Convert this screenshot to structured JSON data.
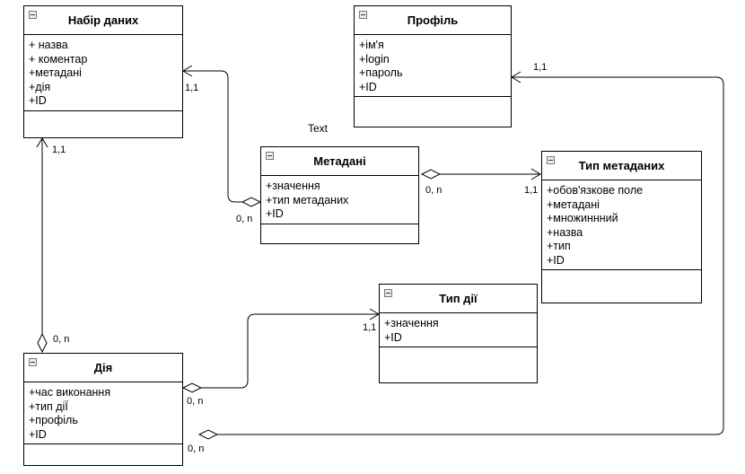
{
  "classes": {
    "dataset": {
      "title": "Набір даних",
      "attrs": [
        "+ назва",
        "+ коментар",
        "+метадані",
        "+дія",
        "+ID"
      ]
    },
    "profile": {
      "title": "Профіль",
      "attrs": [
        "+ім'я",
        "+login",
        "+пароль",
        "+ID"
      ]
    },
    "metadata": {
      "title": "Метадані",
      "attrs": [
        "+значення",
        "+тип метаданих",
        "+ID"
      ]
    },
    "metatype": {
      "title": "Тип метаданих",
      "attrs": [
        "+обов'язкове поле",
        "+метадані",
        "+множиннний",
        "+назва",
        "+тип",
        "+ID"
      ]
    },
    "actiontype": {
      "title": "Тип дії",
      "attrs": [
        "+значення",
        "+ID"
      ]
    },
    "action": {
      "title": "Дія",
      "attrs": [
        "+час виконання",
        "+тип дiЇ",
        "+профіль",
        "+ID"
      ]
    }
  },
  "free_text": "Text",
  "multiplicities": {
    "dataset_meta_one": "1,1",
    "meta_dataset_many": "0, n",
    "meta_type_many": "0, n",
    "meta_type_one": "1,1",
    "dataset_action_one": "1,1",
    "action_dataset_many": "0, n",
    "action_actiontype_many": "0, n",
    "action_actiontype_one": "1,1",
    "action_profile_many": "0, n",
    "action_profile_one": "1,1"
  }
}
